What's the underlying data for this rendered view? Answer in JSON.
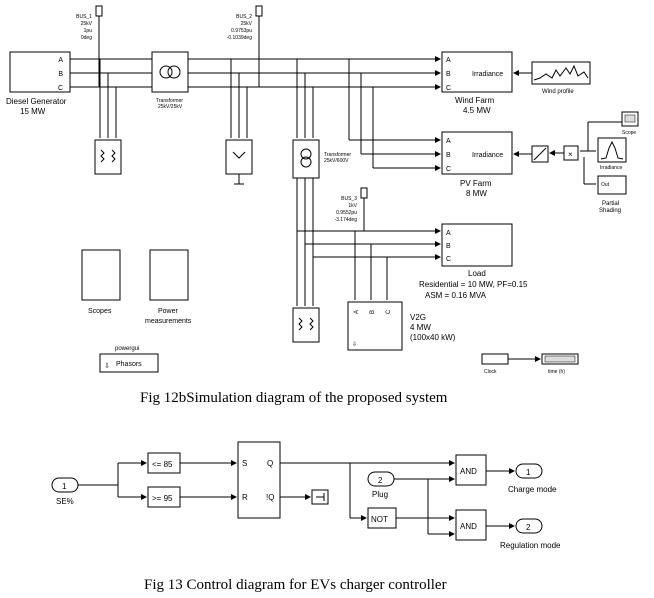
{
  "diagram1": {
    "diesel": {
      "label": "Diesel Generator",
      "rating": "15 MW"
    },
    "ports": {
      "a": "A",
      "b": "B",
      "c": "C"
    },
    "bus1": {
      "name": "BUS_1",
      "v": "25kV",
      "pu": "1pu",
      "deg": "0deg"
    },
    "bus2": {
      "name": "BUS_2",
      "v": "25kV",
      "pu": "0.9753pu",
      "deg": "-0.1039deg"
    },
    "bus3": {
      "name": "BUS_3",
      "v": "1kV",
      "pu": "0.9552pu",
      "deg": "-3.174deg"
    },
    "transformer1": {
      "label": "Transformer",
      "rating": "25kV/25kV"
    },
    "transformer2": {
      "label": "Transformer",
      "rating": "25kV/600V"
    },
    "wind": {
      "label": "Wind Farm",
      "rating": "4.5 MW",
      "input": "Irradiance",
      "profile": "Wind profile"
    },
    "pv": {
      "label": "PV Farm",
      "rating": "8 MW",
      "input": "Irradiance"
    },
    "scope_label": "Scope",
    "irradiance_label": "Irradiance",
    "partial": {
      "label1": "Partial",
      "label2": "Shading",
      "out": "Out"
    },
    "load": {
      "label": "Load",
      "line1": "Residential = 10 MW, PF=0.15",
      "line2": "ASM = 0.16 MVA"
    },
    "v2g": {
      "label": "V2G",
      "rating": "4 MW",
      "detail": "(100x40 kW)"
    },
    "scopes": "Scopes",
    "power1": "Power",
    "power2": "measurements",
    "powergui": "powergui",
    "phasors": "Phasors",
    "clock": "Clock",
    "time": "time (h)"
  },
  "caption1": "Fig 12bSimulation diagram of the proposed system",
  "diagram2": {
    "in1": {
      "num": "1",
      "label": "SE%"
    },
    "cmp1": "<= 85",
    "cmp2": ">= 95",
    "sr": {
      "s": "S",
      "r": "R",
      "q": "Q",
      "nq": "!Q"
    },
    "plug": {
      "num": "2",
      "label": "Plug"
    },
    "not": "NOT",
    "and1": "AND",
    "and2": "AND",
    "out1": {
      "num": "1",
      "label": "Charge mode"
    },
    "out2": {
      "num": "2",
      "label": "Regulation mode"
    }
  },
  "caption2": "Fig 13 Control diagram for EVs charger controller"
}
